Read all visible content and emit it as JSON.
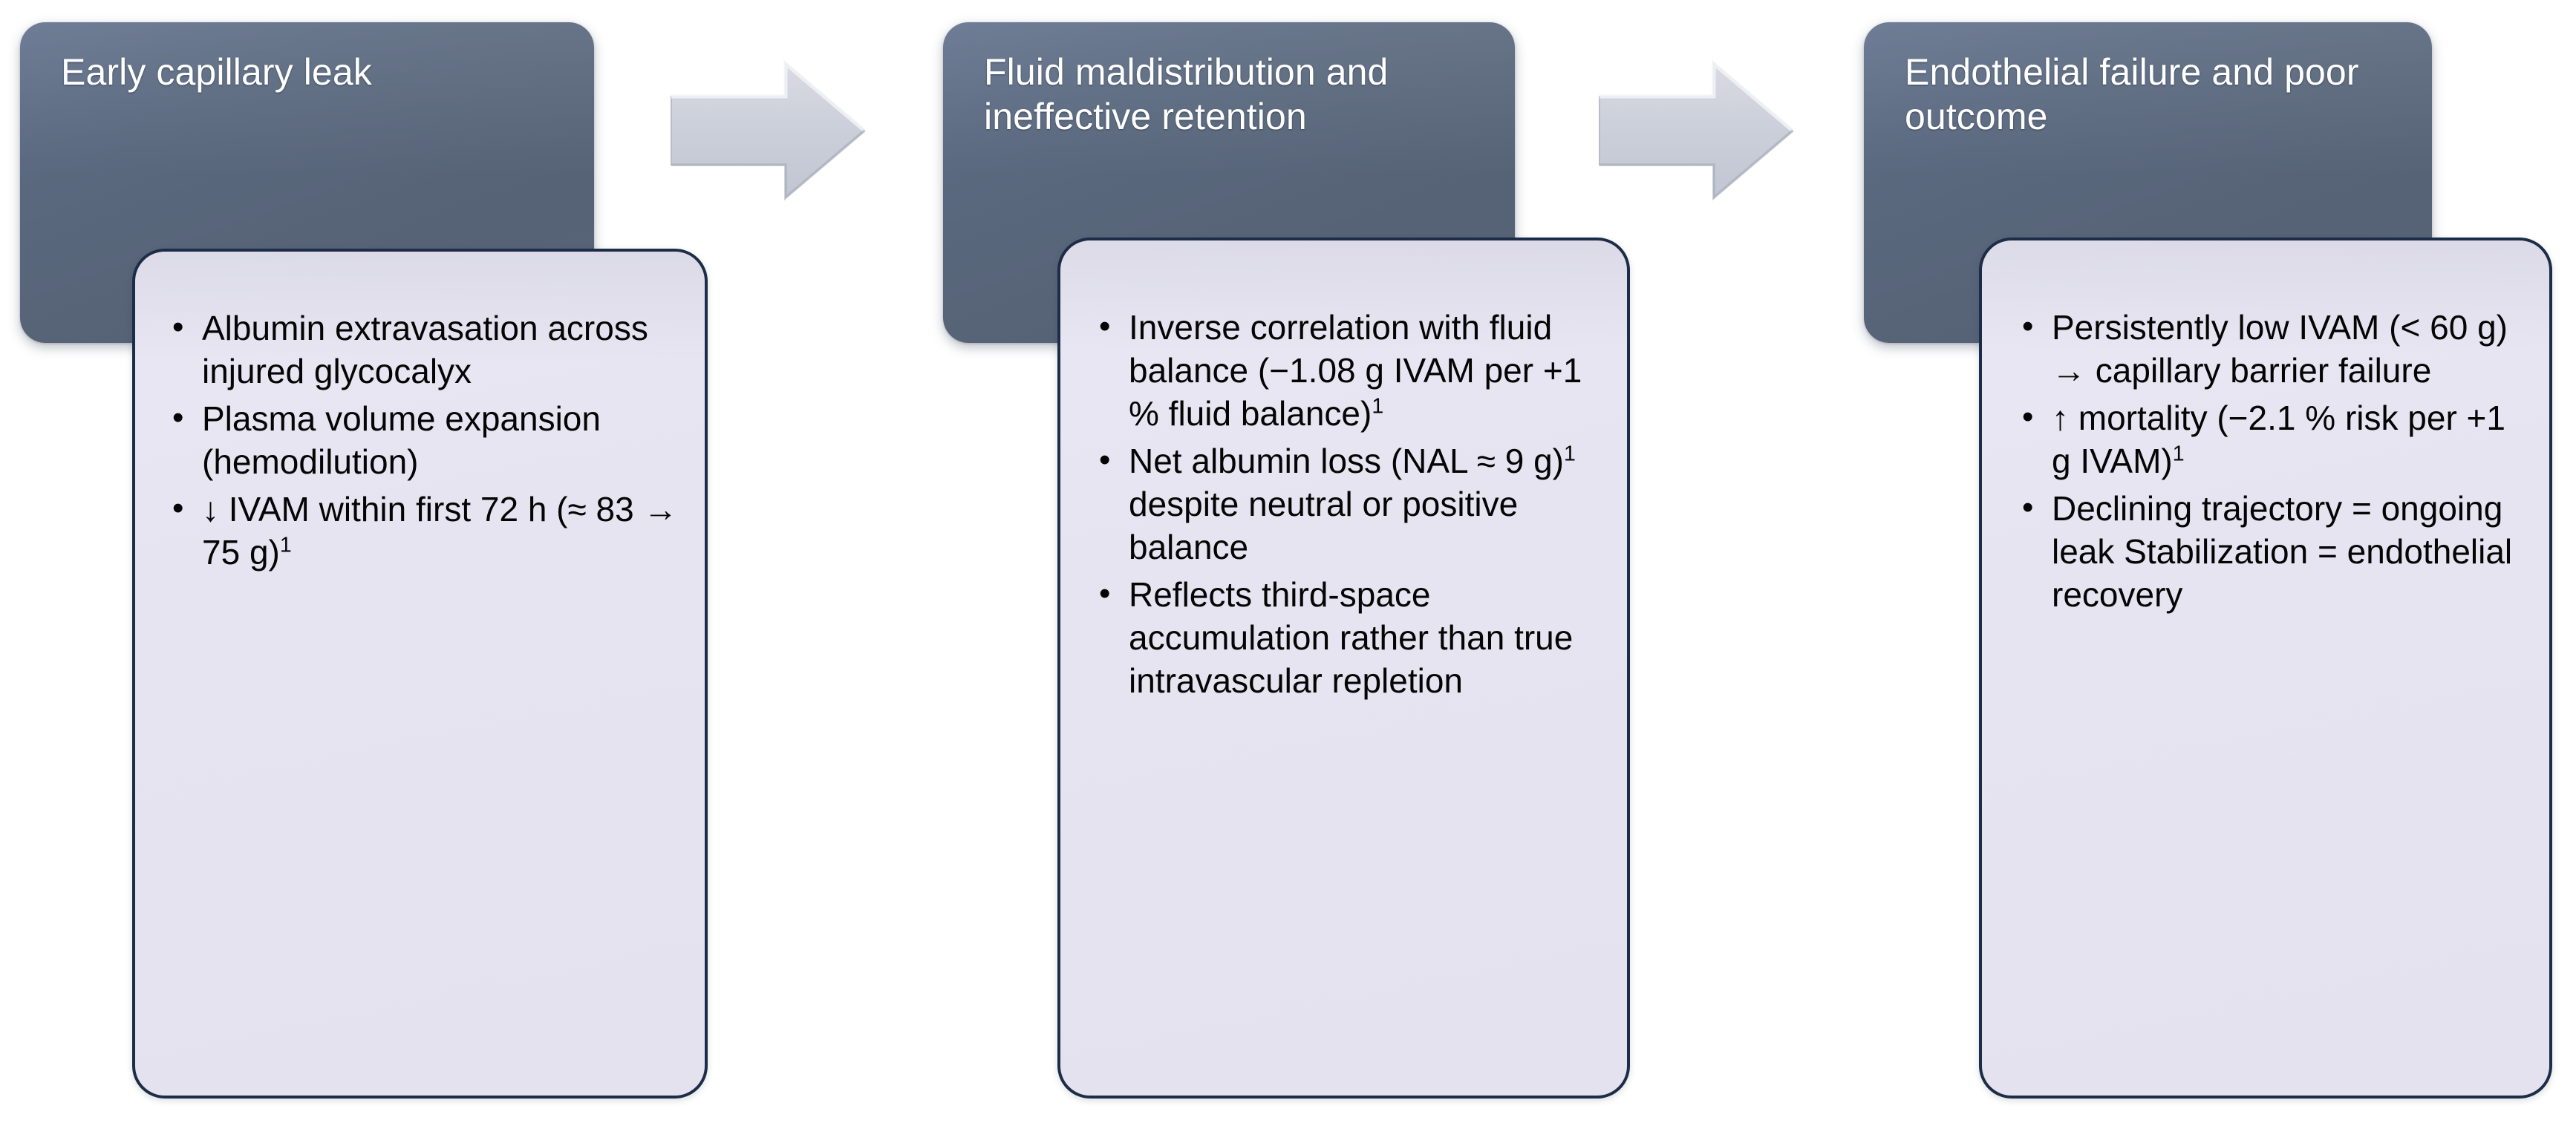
{
  "diagram": {
    "type": "three-stage-flow",
    "colors": {
      "header_fill": "#58647E",
      "card_fill": "#E6E4F0",
      "card_border": "#1D2D47",
      "arrow_fill": "#C8CBD6",
      "header_text": "#FFFFFF",
      "body_text": "#050505"
    },
    "stages": [
      {
        "id": "stage-1",
        "header": "Early capillary leak",
        "bullets": [
          {
            "text": "Albumin extravasation across injured glycocalyx",
            "footnote": ""
          },
          {
            "text": "Plasma volume expansion (hemodilution)",
            "footnote": ""
          },
          {
            "text": "↓ IVAM within first 72 h (≈ 83 → 75 g)",
            "footnote": "1"
          }
        ]
      },
      {
        "id": "stage-2",
        "header": "Fluid maldistribution and ineffective retention",
        "bullets": [
          {
            "text": "Inverse correlation with fluid balance (−1.08 g IVAM per +1 % fluid balance)",
            "footnote": "1"
          },
          {
            "text": "Net albumin loss (NAL ≈ 9 g)",
            "footnote": "1",
            "text_after": " despite neutral or positive balance"
          },
          {
            "text": "Reflects third-space accumulation rather than true intravascular repletion",
            "footnote": ""
          }
        ]
      },
      {
        "id": "stage-3",
        "header": "Endothelial failure and poor outcome",
        "bullets": [
          {
            "text": "Persistently low IVAM (< 60 g) → capillary barrier failure",
            "footnote": ""
          },
          {
            "text": "↑ mortality (−2.1 % risk per +1 g IVAM)",
            "footnote": "1"
          },
          {
            "text": "Declining trajectory = ongoing leak Stabilization = endothelial recovery",
            "footnote": ""
          }
        ]
      }
    ],
    "connectors": [
      {
        "id": "arrow-1",
        "label": "right-arrow-stage1-to-stage2"
      },
      {
        "id": "arrow-2",
        "label": "right-arrow-stage2-to-stage3"
      }
    ]
  }
}
